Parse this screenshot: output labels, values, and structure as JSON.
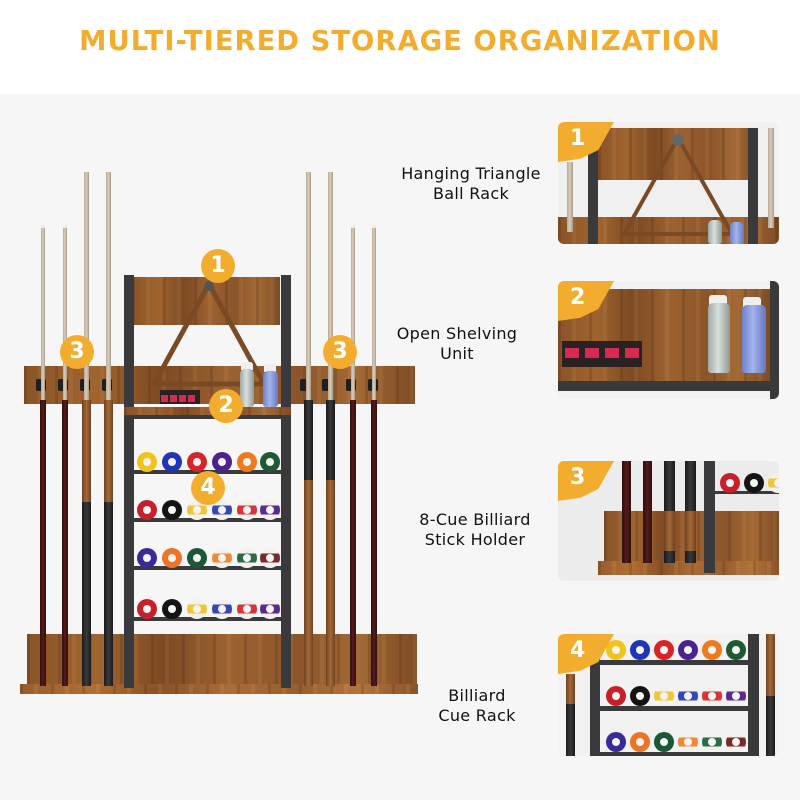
{
  "header": {
    "title": "MULTI-TIERED STORAGE ORGANIZATION",
    "title_color": "#f2ad2e"
  },
  "product_image": {
    "description": "Wall-mounted rustic brown wood and black metal billiard cue rack",
    "badges": [
      {
        "number": "1",
        "target": "hanging triangle ball rack"
      },
      {
        "number": "2",
        "target": "open shelving unit"
      },
      {
        "number": "3",
        "target": "left cue stick holder"
      },
      {
        "number": "3",
        "target": "right cue stick holder"
      },
      {
        "number": "4",
        "target": "ball shelves"
      }
    ],
    "cue_count": 8
  },
  "features": [
    {
      "number": "1",
      "label_line1": "Hanging Triangle",
      "label_line2": "Ball Rack"
    },
    {
      "number": "2",
      "label_line1": "Open Shelving",
      "label_line2": "Unit"
    },
    {
      "number": "3",
      "label_line1": "8-Cue Billiard",
      "label_line2": "Stick Holder"
    },
    {
      "number": "4",
      "label_line1": "Billiard",
      "label_line2": "Cue Rack"
    }
  ],
  "colors": {
    "accent": "#f2ad2e",
    "background": "#f6f6f6",
    "wood": "#8a5428",
    "metal": "#3a3a3c"
  }
}
